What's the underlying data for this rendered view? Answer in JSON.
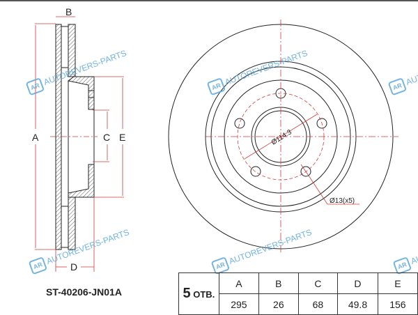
{
  "part_number": "ST-40206-JN01A",
  "watermark": "AUTOREVERS-PARTS",
  "watermark_logo": "AR",
  "side_view_labels": {
    "A": "A",
    "B": "B",
    "C": "C",
    "D": "D",
    "E": "E"
  },
  "front_view_labels": {
    "bolt_circle": "Ø114.3",
    "holes": "Ø13(x5)"
  },
  "table": {
    "holes_count": "5",
    "holes_suffix": "ОТВ.",
    "headers": [
      "A",
      "B",
      "C",
      "D",
      "E"
    ],
    "values": [
      "295",
      "26",
      "68",
      "49.8",
      "156"
    ]
  },
  "colors": {
    "dimension": "#d23a3a",
    "outline": "#222222",
    "watermark": "#5aa7dc"
  }
}
